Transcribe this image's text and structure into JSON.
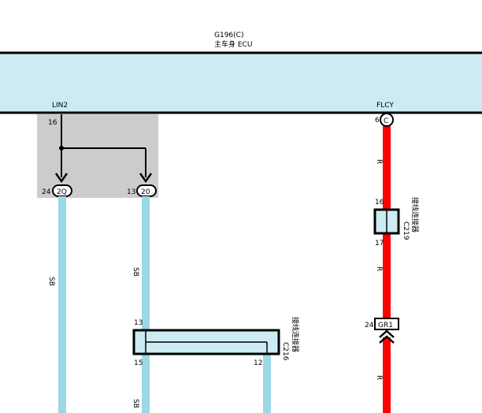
{
  "ecu": {
    "code": "G196(C)",
    "name": "主车身 ECU",
    "pin_left_label": "LIN2",
    "pin_right_label": "FLCY"
  },
  "left_circuit": {
    "pin_top": "16",
    "junction_a_pin": "24",
    "junction_a_label": "2Q",
    "junction_b_pin": "13",
    "junction_b_label": "20",
    "wire_color_a": "SB",
    "wire_color_b": "SB",
    "wire_color_c": "SB"
  },
  "connector_c216": {
    "id": "C216",
    "name": "接线连接器",
    "pin_top": "13",
    "pin_bottom_left": "15",
    "pin_bottom_right": "12"
  },
  "right_circuit": {
    "ecu_pin": "6",
    "ecu_terminal": "C",
    "wire_color_1": "R",
    "wire_color_2": "R",
    "wire_color_3": "R",
    "c219_pin_top": "16",
    "c219_pin_bottom": "17",
    "gr1_pin": "24",
    "gr1_label": "GR1"
  },
  "connector_c219": {
    "id": "C219",
    "name": "接线连接器"
  },
  "colors": {
    "ecu_fill": "#cdebf2",
    "wire_sb": "#9dd8e6",
    "wire_r": "#ff0000",
    "shaded_region": "#cccccc",
    "connector_fill": "#cdebf2"
  }
}
